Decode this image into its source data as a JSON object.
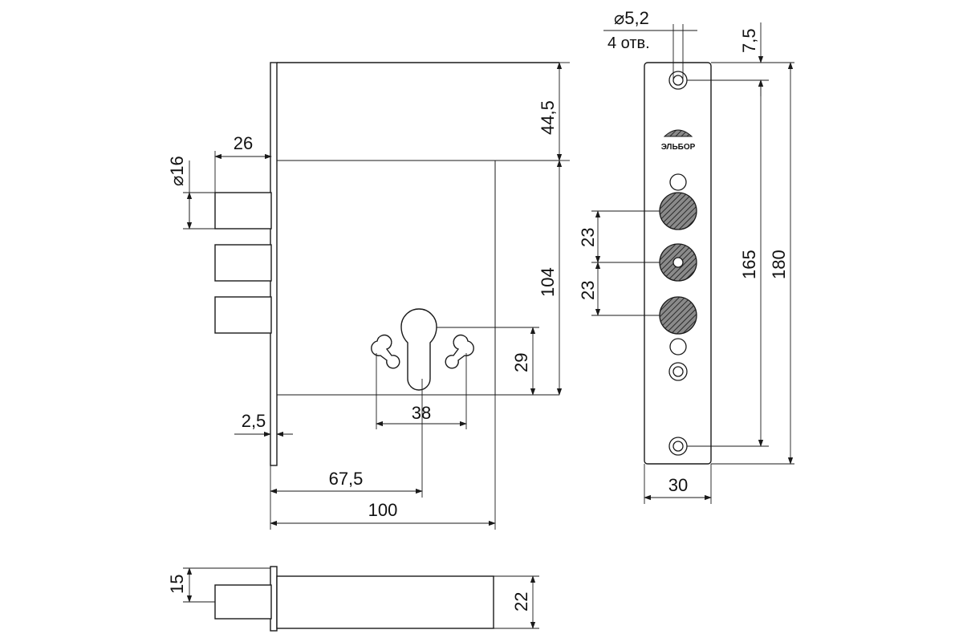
{
  "drawing": {
    "brand": "ЭЛЬБОР",
    "front_view": {
      "bolt_length": "26",
      "bolt_diameter": "⌀16",
      "faceplate_offset": "2,5",
      "height_top": "44,5",
      "height_body": "104",
      "cylinder_height": "29",
      "cylinder_width": "38",
      "backset": "67,5",
      "body_depth": "100"
    },
    "faceplate_view": {
      "mount_hole_diameter": "⌀5,2",
      "mount_hole_count": "4 отв.",
      "top_offset": "7,5",
      "bolt_spacing_upper": "23",
      "bolt_spacing_lower": "23",
      "hole_spacing": "165",
      "plate_height": "180",
      "plate_width": "30"
    },
    "bottom_view": {
      "bolt_height": "15",
      "body_thickness": "22"
    }
  }
}
